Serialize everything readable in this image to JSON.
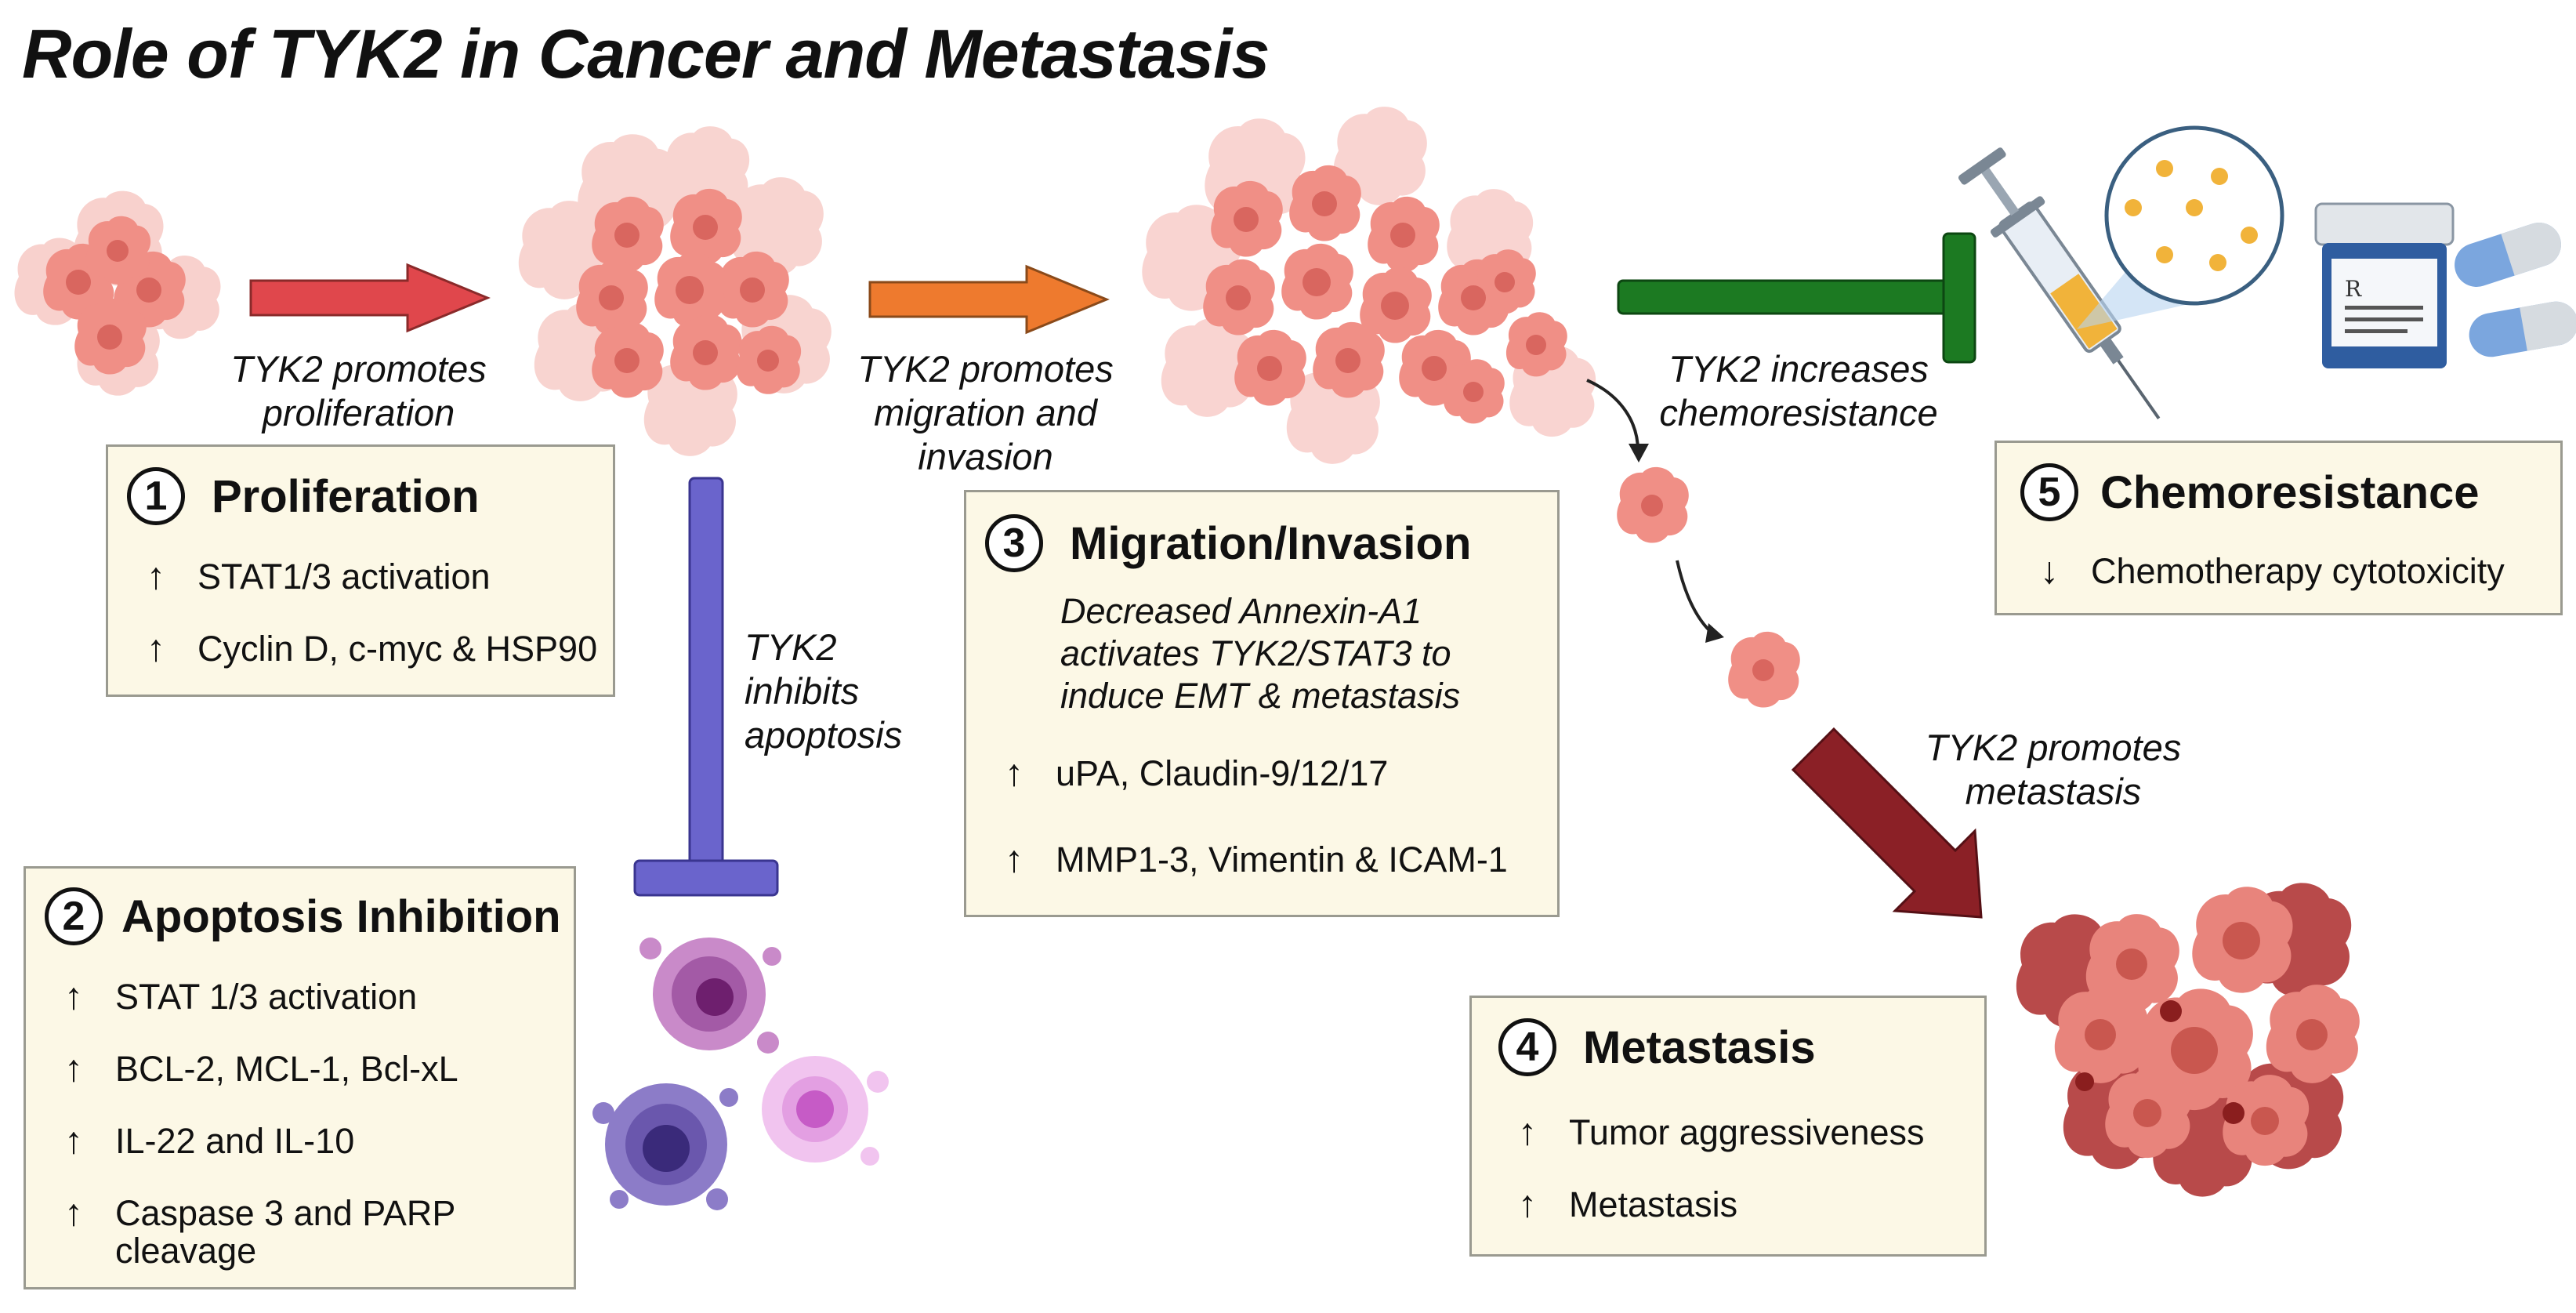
{
  "title": "Role of TYK2 in Cancer and Metastasis",
  "colors": {
    "box_bg": "#fcf8e6",
    "box_border": "#9a9a90",
    "arrow_proliferation": "#e0474c",
    "arrow_migration": "#ee7a2e",
    "inhibitor_apoptosis": "#6a64cc",
    "inhibitor_chemo": "#1c7a22",
    "arrow_metastasis": "#8b2026",
    "cell": "#f08f86",
    "nucleus": "#d9665f"
  },
  "captions": {
    "proliferation": "TYK2 promotes proliferation",
    "migration": "TYK2 promotes migration and invasion",
    "apoptosis": "TYK2 inhibits apoptosis",
    "chemoresistance": "TYK2 increases chemoresistance",
    "metastasis": "TYK2 promotes metastasis"
  },
  "boxes": {
    "proliferation": {
      "number": "1",
      "heading": "Proliferation",
      "items": [
        {
          "arrow": "up",
          "text": "STAT1/3 activation"
        },
        {
          "arrow": "up",
          "text": "Cyclin D, c-myc & HSP90"
        }
      ]
    },
    "apoptosis": {
      "number": "2",
      "heading": "Apoptosis Inhibition",
      "items": [
        {
          "arrow": "up",
          "text": "STAT 1/3 activation"
        },
        {
          "arrow": "up",
          "text": "BCL-2, MCL-1, Bcl-xL"
        },
        {
          "arrow": "up",
          "text": "IL-22 and IL-10"
        },
        {
          "arrow": "up",
          "text": "Caspase 3 and PARP cleavage"
        }
      ]
    },
    "migration": {
      "number": "3",
      "heading": "Migration/Invasion",
      "note": "Decreased Annexin-A1 activates TYK2/STAT3 to induce EMT & metastasis",
      "items": [
        {
          "arrow": "up",
          "text": "uPA, Claudin-9/12/17"
        },
        {
          "arrow": "up",
          "text": "MMP1-3, Vimentin & ICAM-1"
        }
      ]
    },
    "metastasis": {
      "number": "4",
      "heading": "Metastasis",
      "items": [
        {
          "arrow": "up",
          "text": "Tumor aggressiveness"
        },
        {
          "arrow": "up",
          "text": "Metastasis"
        }
      ]
    },
    "chemoresistance": {
      "number": "5",
      "heading": "Chemoresistance",
      "items": [
        {
          "arrow": "down",
          "text": "Chemotherapy cytotoxicity"
        }
      ]
    }
  },
  "icons": {
    "small_cluster": "cell-cluster-icon",
    "medium_cluster": "tumor-cluster-icon",
    "large_cluster": "tumor-mass-icon",
    "circulating": "circulating-tumor-cell-icon",
    "metastatic": "metastatic-tumor-icon",
    "apoptotic": "apoptotic-cells-icon",
    "syringe": "syringe-icon",
    "pills": "pill-bottle-icon"
  }
}
